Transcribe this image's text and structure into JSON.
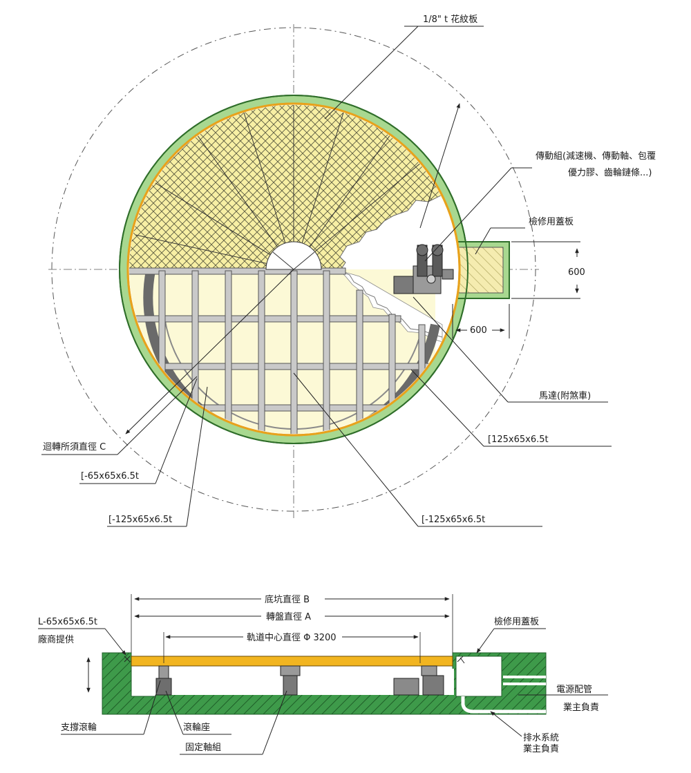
{
  "colors": {
    "concrete": "#3e9a4a",
    "concrete_hatch": "#1f5e28",
    "ring_green": "#a8d890",
    "ring_edge": "#2f6e2a",
    "plate_fill": "#f7efa4",
    "platform_fill": "#fcf9d6",
    "beam_fill": "#c9c9c9",
    "beam_edge": "#555555",
    "rail": "#6a6a6a",
    "turntable_bar": "#f2b520",
    "rim_orange": "#e8a21c",
    "line": "#222222",
    "hatch_cover": "#c8c070"
  },
  "top_view": {
    "labels": {
      "plate": "1/8\" t 花紋板",
      "drive_line1": "傳動組(減速機、傳動軸、包覆",
      "drive_line2": "優力膠、齒輪鏈條...)",
      "cover": "檢修用蓋板",
      "dim_600_v": "600",
      "dim_600_h": "600",
      "motor": "馬達(附煞車)",
      "beam_right": "[125x65x6.5t",
      "turn_dia": "迴轉所須直徑 C",
      "angle": "[-65x65x6.5t",
      "beam_left": "[-125x65x6.5t",
      "beam_bottom": "[-125x65x6.5t"
    }
  },
  "side_view": {
    "labels": {
      "pit_dia": "底坑直徑 B",
      "table_dia": "轉盤直徑 A",
      "rail_dia": "軌道中心直徑 Φ 3200",
      "angle_line1": "L-65x65x6.5t",
      "angle_line2": "廠商提供",
      "cover": "檢修用蓋板",
      "power_line1": "電源配管",
      "power_line2": "業主負責",
      "support_roller": "支撐滾輪",
      "roller_seat": "滾輪座",
      "fixed_axle": "固定軸組",
      "drain_line1": "排水系統",
      "drain_line2": "業主負責"
    }
  }
}
